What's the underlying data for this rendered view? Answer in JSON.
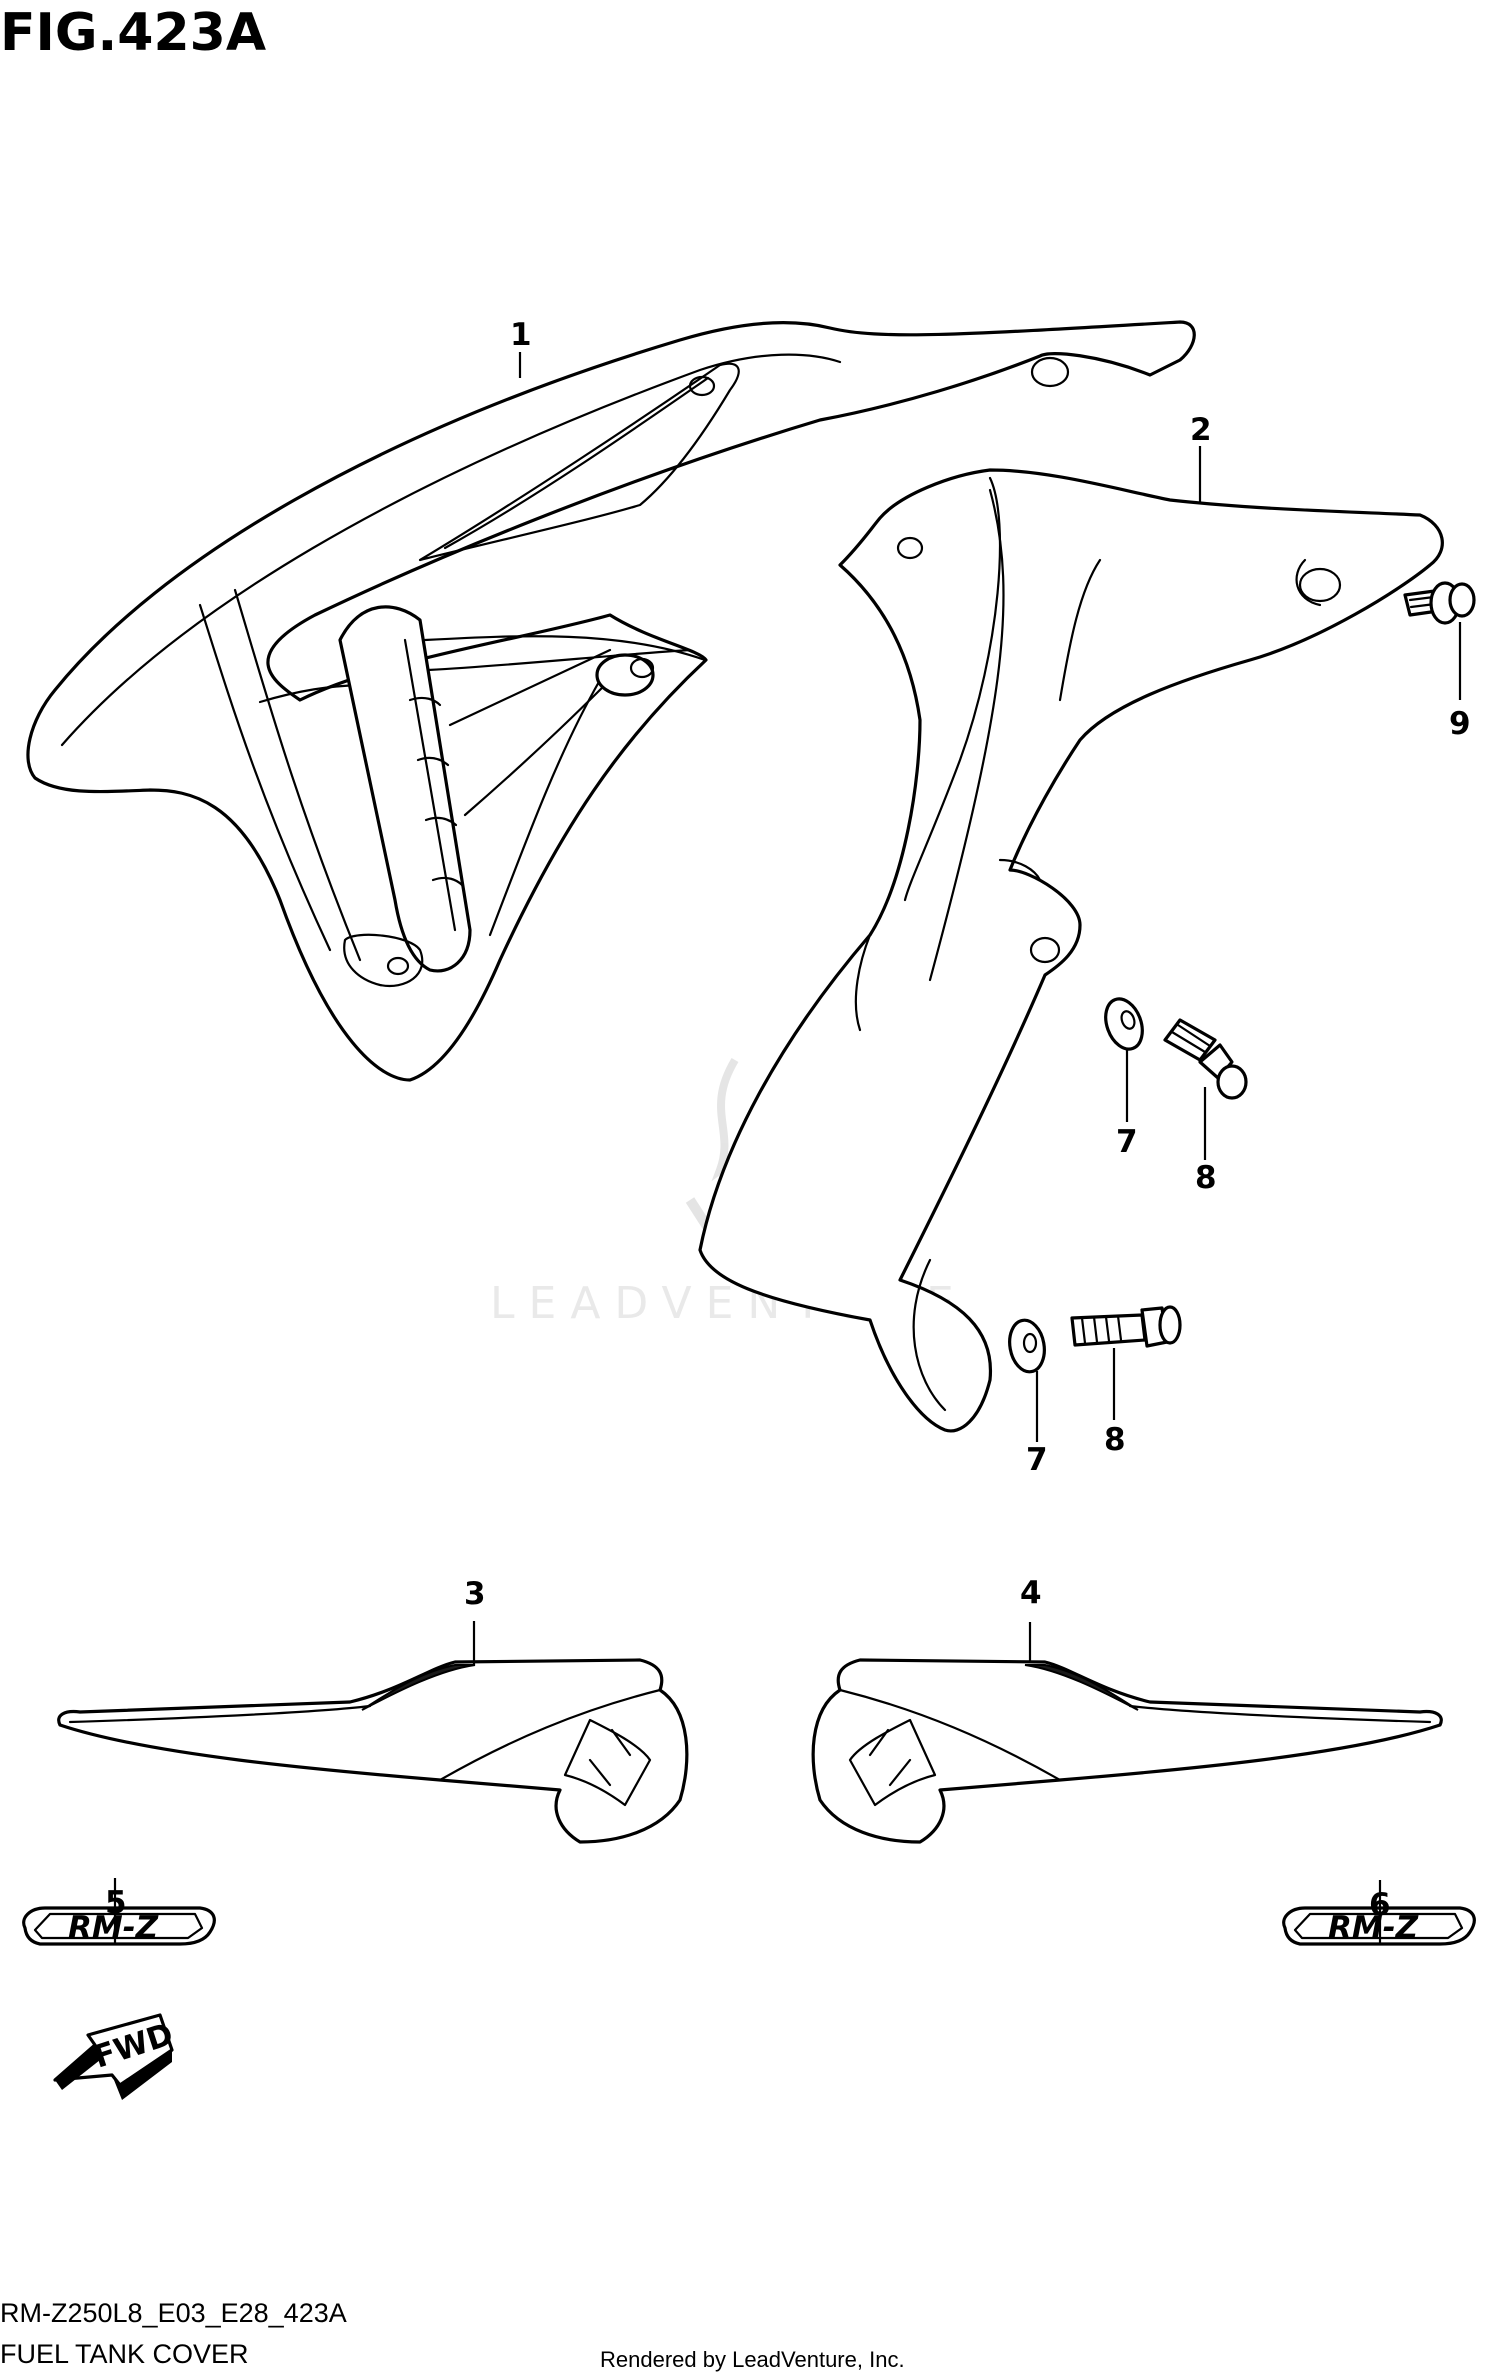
{
  "figure": {
    "title": "FIG.423A",
    "model_code": "RM-Z250L8_E03_E28_423A",
    "caption": "FUEL TANK COVER",
    "rendered_by": "Rendered by LeadVenture, Inc.",
    "watermark": "LEADVENTURE"
  },
  "callouts": [
    {
      "id": "c1",
      "label": "1"
    },
    {
      "id": "c2",
      "label": "2"
    },
    {
      "id": "c3",
      "label": "3"
    },
    {
      "id": "c4",
      "label": "4"
    },
    {
      "id": "c5",
      "label": "5"
    },
    {
      "id": "c6",
      "label": "6"
    },
    {
      "id": "c7a",
      "label": "7"
    },
    {
      "id": "c8a",
      "label": "8"
    },
    {
      "id": "c7b",
      "label": "7"
    },
    {
      "id": "c8b",
      "label": "8"
    },
    {
      "id": "c9",
      "label": "9"
    }
  ],
  "emblems": {
    "rmz_left": "RM-Z",
    "rmz_right": "RM-Z",
    "fwd": "FWD"
  }
}
